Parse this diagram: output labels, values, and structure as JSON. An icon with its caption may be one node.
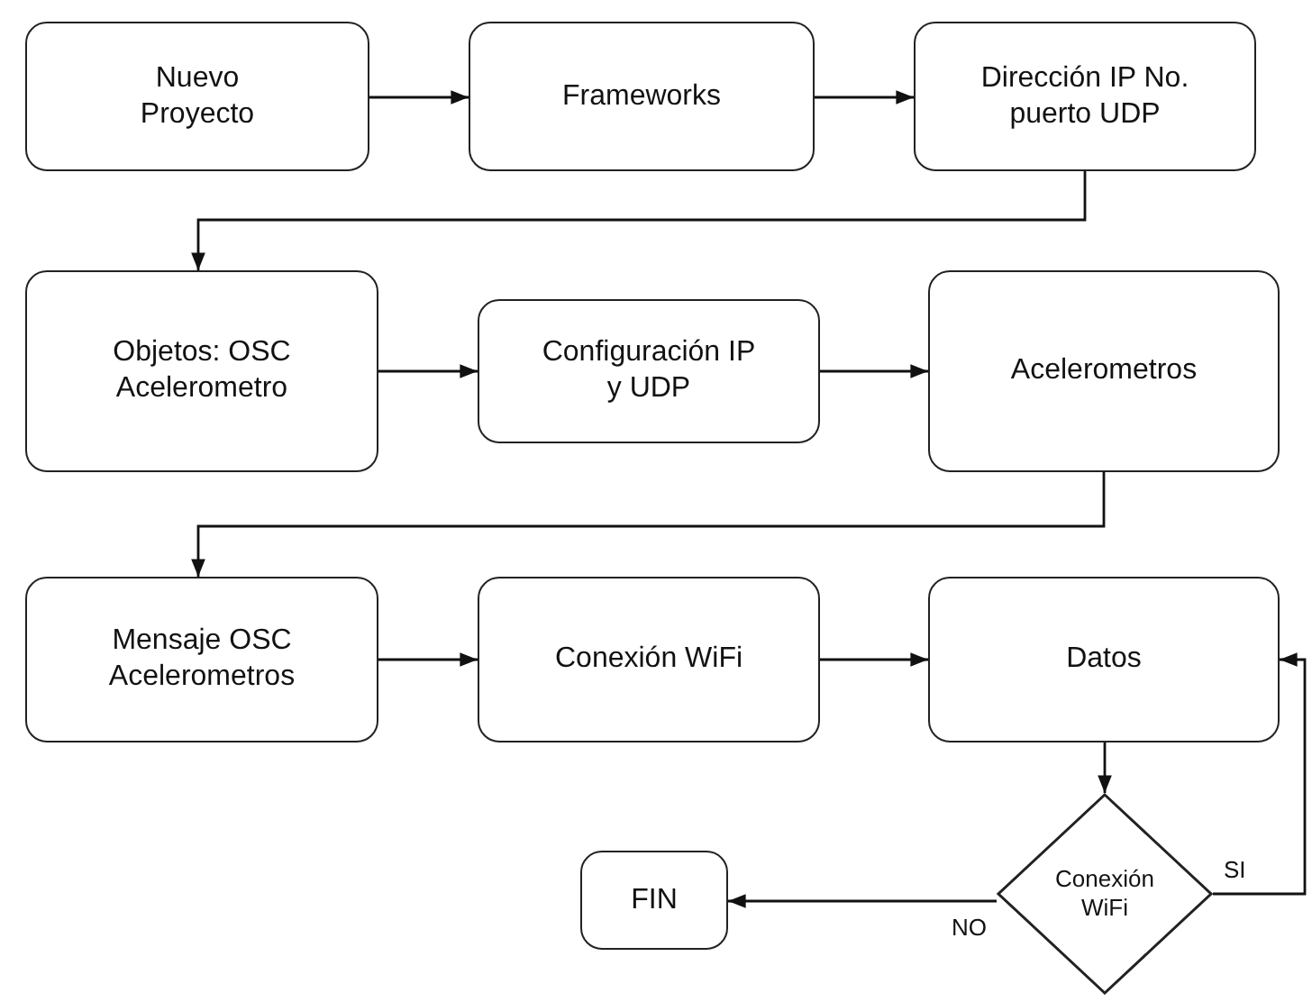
{
  "diagram": {
    "nodes": [
      {
        "text": [
          "Nuevo Proyecto"
        ]
      },
      {
        "text": [
          "Frameworks"
        ]
      },
      {
        "text": [
          "Dirección IP No. puerto UDP"
        ]
      },
      {
        "text": [
          "Objetos: OSC Acelerometro"
        ]
      },
      {
        "text": [
          "Configuración IP y UDP"
        ]
      },
      {
        "text": [
          "Acelerometros"
        ]
      },
      {
        "text": [
          "Mensaje OSC Acelerometros"
        ]
      },
      {
        "text": [
          "Conexión WiFi"
        ]
      },
      {
        "text": [
          "Datos"
        ]
      },
      {
        "text": [
          "Conexión WiFi"
        ]
      },
      {
        "text": [
          "FIN"
        ]
      }
    ],
    "edges": [
      {
        "from": 0,
        "to": 1,
        "arrow": "to"
      },
      {
        "from": 1,
        "to": 2,
        "arrow": "to"
      },
      {
        "from": 2,
        "to": 3,
        "arrow": "to"
      },
      {
        "from": 3,
        "to": 4,
        "arrow": "to"
      },
      {
        "from": 4,
        "to": 5,
        "arrow": "to"
      },
      {
        "from": 5,
        "to": 6,
        "arrow": "to"
      },
      {
        "from": 6,
        "to": 7,
        "arrow": "to"
      },
      {
        "from": 7,
        "to": 8,
        "arrow": "to"
      },
      {
        "from": 8,
        "to": 9,
        "arrow": "to"
      },
      {
        "from": 9,
        "to": 10,
        "arrow": "to",
        "label": "NO"
      },
      {
        "from": 9,
        "to": 8,
        "arrow": "to",
        "label": "SI"
      }
    ]
  }
}
